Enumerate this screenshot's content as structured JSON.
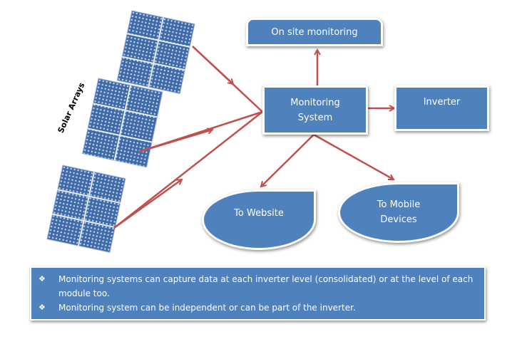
{
  "labels": {
    "solar_arrays": "Solar Arrays"
  },
  "nodes": {
    "on_site": "On site monitoring",
    "monitoring_line1": "Monitoring",
    "monitoring_line2": "System",
    "inverter": "Inverter",
    "website": "To Website",
    "mobile_line1": "To Mobile",
    "mobile_line2": "Devices"
  },
  "notes": [
    {
      "symbol": "❖",
      "text": "Monitoring systems can capture data at each inverter level (consolidated) or at the level of each module too."
    },
    {
      "symbol": "❖",
      "text": "Monitoring system can be independent or can be part of the inverter."
    }
  ],
  "colors": {
    "node_fill": "#4f81bd",
    "arrow": "#c0504d"
  }
}
